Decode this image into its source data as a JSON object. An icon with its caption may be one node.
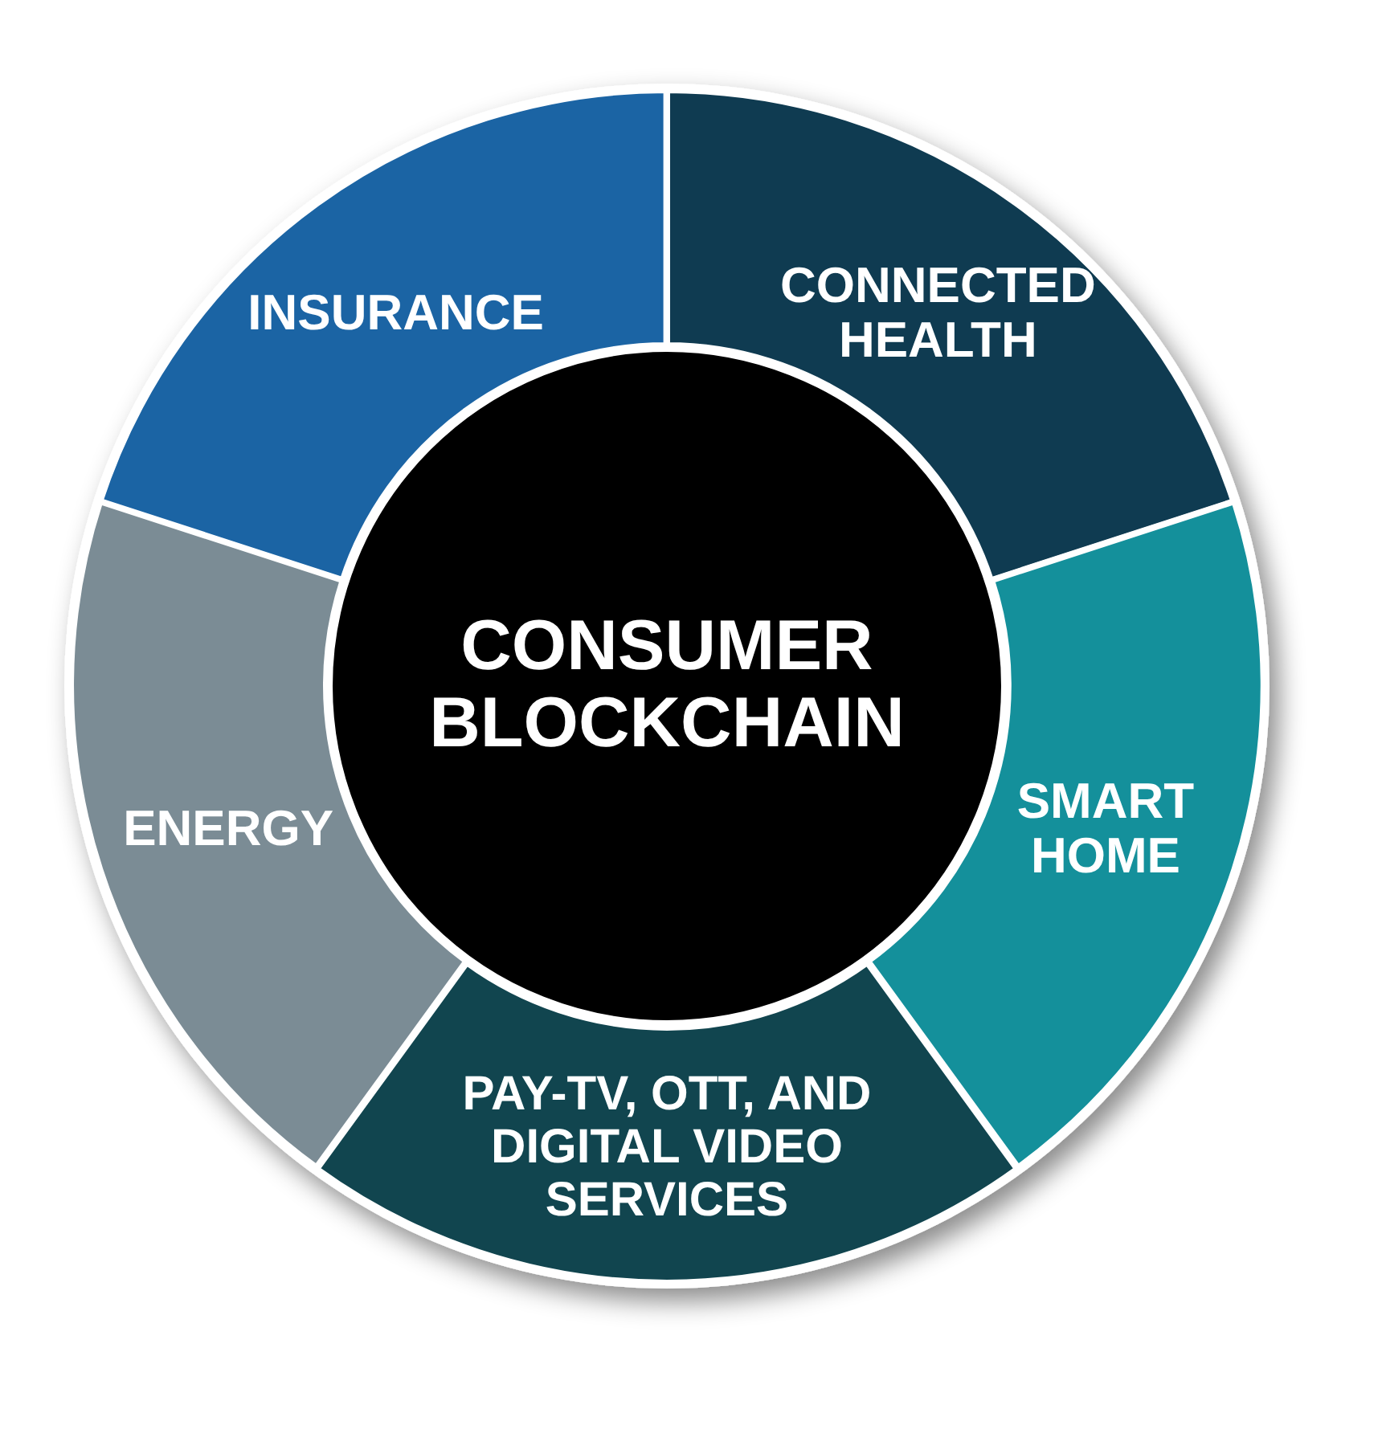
{
  "diagram": {
    "nodes": [
      {
        "text": [
          "INSURANCE"
        ]
      },
      {
        "text": [
          "CONNECTED HEALTH"
        ]
      },
      {
        "text": [
          "CONSUMER BLOCKCHAIN"
        ]
      },
      {
        "text": [
          "ENERGY"
        ]
      },
      {
        "text": [
          "SMART HOME"
        ]
      },
      {
        "text": [
          "PAY-TV, OTT, AND DIGITAL VIDEO SERVICES"
        ]
      }
    ]
  }
}
